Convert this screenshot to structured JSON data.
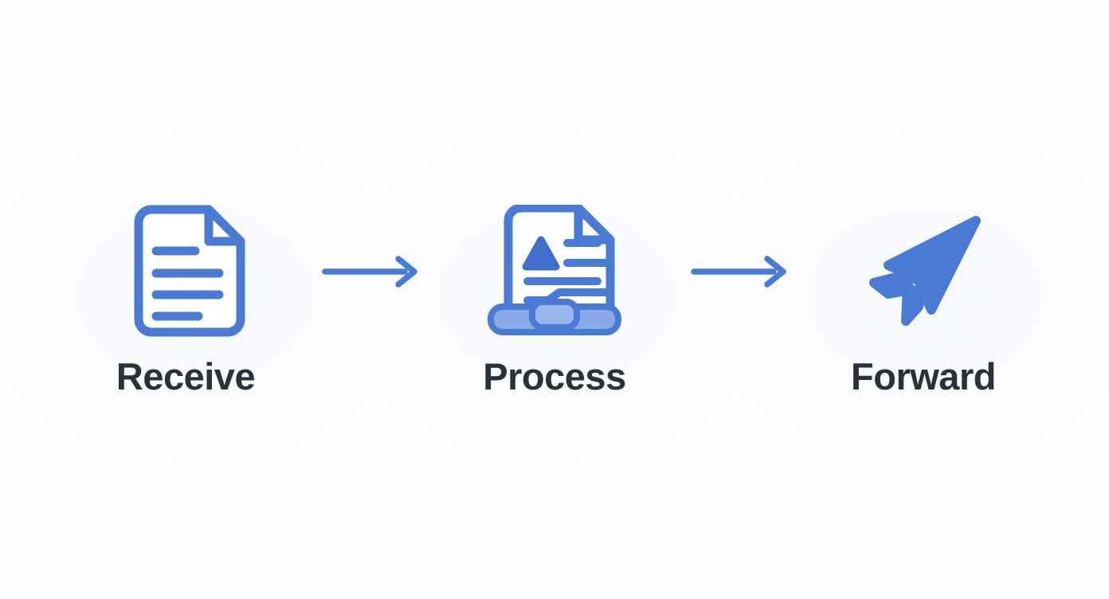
{
  "diagram": {
    "title": "Receive Process Forward flow",
    "type": "horizontal-process-flow",
    "background_color": "#fdfdfe",
    "accent_color": "#4a7bd4",
    "accent_light_color": "#8aa9e8",
    "label_color": "#2b303b",
    "steps": [
      {
        "id": "receive",
        "label": "Receive",
        "icon": "document-lines-icon",
        "icon_description": "document page with folded top-right corner and four horizontal text lines"
      },
      {
        "id": "process",
        "label": "Process",
        "icon": "document-on-laptop-icon",
        "icon_description": "document with folded corner containing a filled triangle and text lines, resting on a laptop base"
      },
      {
        "id": "forward",
        "label": "Forward",
        "icon": "paper-plane-icon",
        "icon_description": "filled paper airplane pointing up and to the right"
      }
    ],
    "connectors": [
      {
        "id": "receive-to-process",
        "icon": "arrow-right-icon",
        "direction": "right"
      },
      {
        "id": "process-to-forward",
        "icon": "arrow-right-icon",
        "direction": "right"
      }
    ]
  }
}
